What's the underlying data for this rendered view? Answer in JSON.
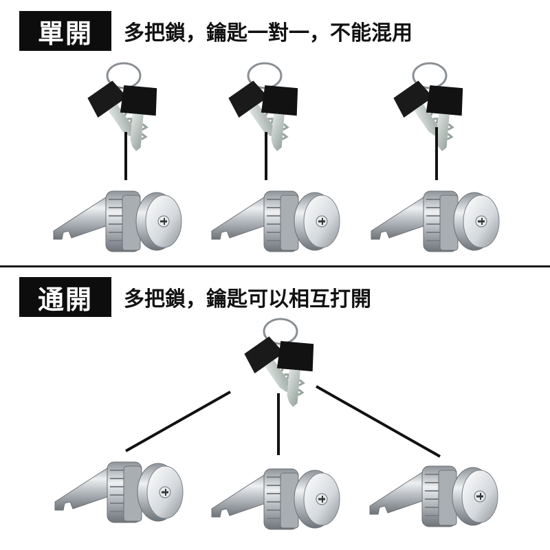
{
  "top_section": {
    "tag": "單開",
    "caption": "多把鎖，鑰匙一對一，不能混用"
  },
  "bottom_section": {
    "tag": "通開",
    "caption": "多把鎖，鑰匙可以相互打開"
  },
  "colors": {
    "tag_bg": "#0d0d0d",
    "tag_text": "#ffffff",
    "caption_text": "#111111",
    "line": "#111111",
    "key_head": "#1a1a1a",
    "key_blade": "#bfc8c4",
    "lock_metal": "#c8ccd0"
  },
  "icons": [
    "key-pair-icon",
    "cam-lock-icon",
    "connector-line"
  ]
}
